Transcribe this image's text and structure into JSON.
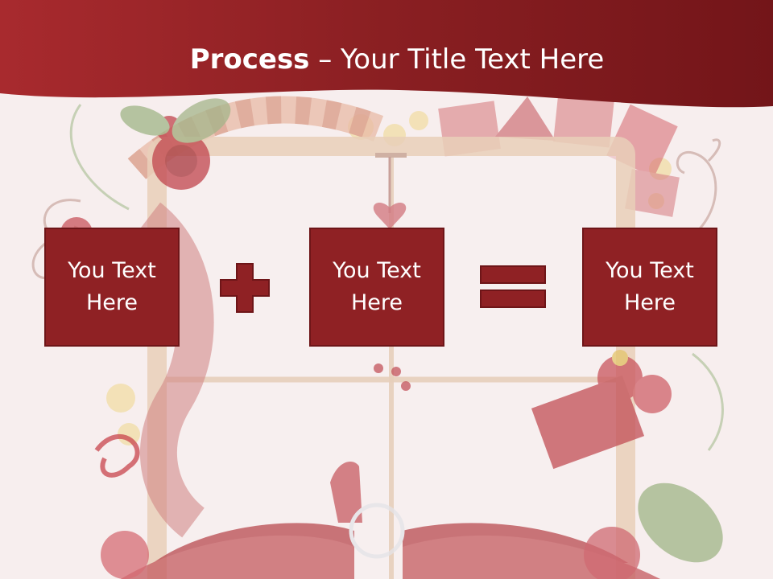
{
  "slide": {
    "title_bold": "Process",
    "title_rest": " – Your Title Text Here",
    "boxes": [
      {
        "text": "You Text Here"
      },
      {
        "text": "You Text Here"
      },
      {
        "text": "You Text Here"
      }
    ],
    "operators": [
      "plus-icon",
      "equals-icon"
    ]
  },
  "colors": {
    "header": "#8f2124",
    "box_fill": "#8f2124",
    "box_border": "#6e1518",
    "background": "#f7eeee"
  }
}
